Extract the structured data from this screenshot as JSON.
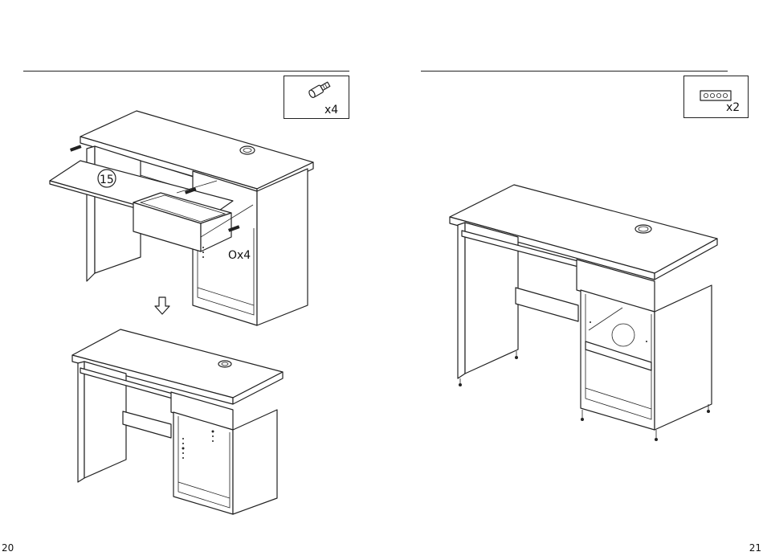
{
  "left_page": {
    "page_number": "20",
    "part_box": {
      "quantity": "x4",
      "icon": "cam-bolt-icon"
    },
    "step": {
      "number": "15",
      "hardware_callout": "Ox4"
    },
    "arrow_icon": "down-arrow-icon"
  },
  "right_page": {
    "page_number": "21",
    "part_box": {
      "quantity": "x2",
      "icon": "shelf-pin-strip-icon"
    }
  }
}
